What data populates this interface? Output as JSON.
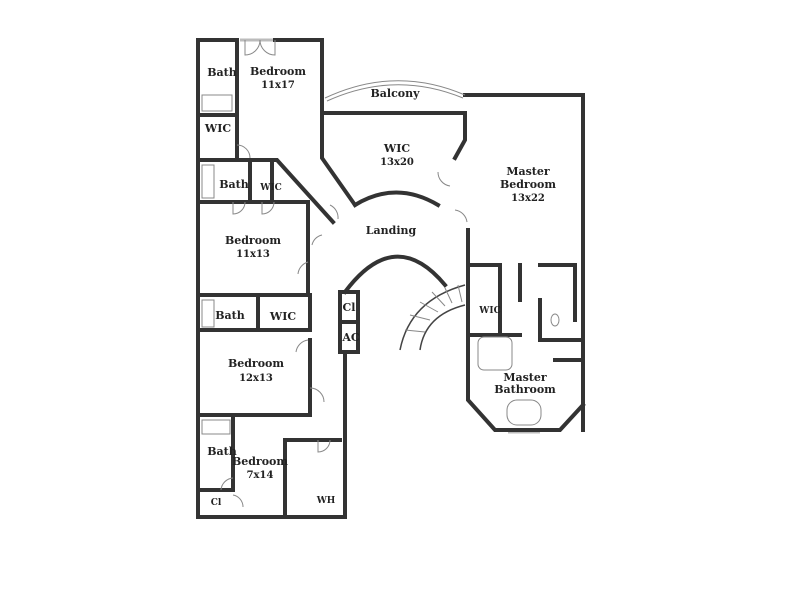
{
  "rooms": {
    "bath_top": {
      "name": "Bath"
    },
    "bedroom_1": {
      "name": "Bedroom",
      "size": "11x17"
    },
    "wic_top_left": {
      "name": "WIC"
    },
    "balcony": {
      "name": "Balcony"
    },
    "wic_center": {
      "name": "WIC",
      "size": "13x20"
    },
    "master_bedroom": {
      "name_line1": "Master",
      "name_line2": "Bedroom",
      "size": "13x22"
    },
    "bath_2": {
      "name": "Bath"
    },
    "wic_2": {
      "name": "WIC"
    },
    "landing": {
      "name": "Landing"
    },
    "bedroom_2": {
      "name": "Bedroom",
      "size": "11x13"
    },
    "bath_3": {
      "name": "Bath"
    },
    "wic_3": {
      "name": "WIC"
    },
    "closet_hall": {
      "name": "Cl"
    },
    "ac": {
      "name": "AC"
    },
    "master_wic": {
      "name": "WIC"
    },
    "bedroom_3": {
      "name": "Bedroom",
      "size": "12x13"
    },
    "master_bathroom": {
      "name_line1": "Master",
      "name_line2": "Bathroom"
    },
    "bath_4": {
      "name": "Bath"
    },
    "bedroom_4": {
      "name": "Bedroom",
      "size": "7x14"
    },
    "closet_bottom": {
      "name": "Cl"
    },
    "water_heater": {
      "name": "WH"
    }
  }
}
